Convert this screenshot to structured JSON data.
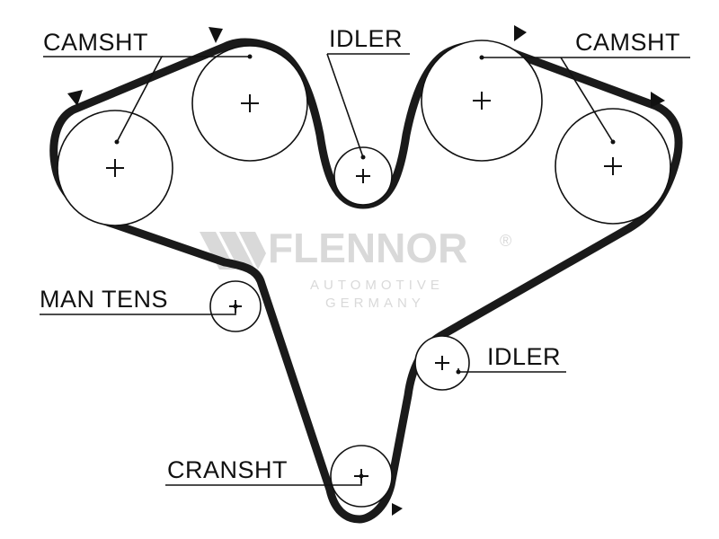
{
  "diagram": {
    "labels": {
      "camshaft_left": "CAMSHT",
      "camshaft_right": "CAMSHT",
      "idler_top": "IDLER",
      "idler_right": "IDLER",
      "man_tens": "MAN TENS",
      "crankshaft": "CRANSHT"
    },
    "watermark": {
      "brand": "FLENNOR",
      "registered": "®",
      "line1": "AUTOMOTIVE",
      "line2": "GERMANY"
    },
    "colors": {
      "belt": "#1a1a1a",
      "line": "#111111",
      "watermark": "#d9d9d9"
    }
  }
}
